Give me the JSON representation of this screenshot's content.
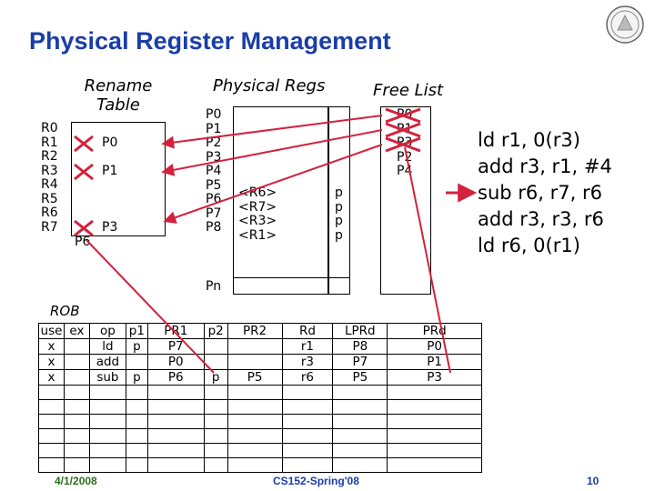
{
  "title": "Physical Register Management",
  "rename_table": {
    "heading_line1": "Rename",
    "heading_line2": "Table",
    "arch_regs": [
      "R0",
      "R1",
      "R2",
      "R3",
      "R4",
      "R5",
      "R6",
      "R7"
    ],
    "mappings": [
      "",
      "P0",
      "",
      "P1",
      "",
      "",
      "P3",
      "P6"
    ]
  },
  "physical_regs": {
    "heading": "Physical Regs",
    "names": [
      "P0",
      "P1",
      "P2",
      "P3",
      "P4",
      "P5",
      "P6",
      "P7",
      "P8"
    ],
    "values": [
      "",
      "",
      "",
      "",
      "",
      "<R6>",
      "<R7>",
      "<R3>",
      "<R1>"
    ],
    "present": [
      "",
      "",
      "",
      "",
      "",
      "p",
      "p",
      "p",
      "p"
    ],
    "last_name": "Pn"
  },
  "free_list": {
    "heading": "Free List",
    "entries": [
      "P0",
      "P1",
      "P3",
      "P2",
      "P4"
    ]
  },
  "instructions": [
    "ld r1, 0(r3)",
    "add r3, r1, #4",
    "sub r6, r7, r6",
    "add r3, r3, r6",
    "ld r6, 0(r1)"
  ],
  "rob": {
    "label": "ROB",
    "headers": [
      "use",
      "ex",
      "op",
      "p1",
      "PR1",
      "p2",
      "PR2",
      "Rd",
      "LPRd",
      "PRd"
    ],
    "rows": [
      [
        "x",
        "",
        "ld",
        "p",
        "P7",
        "",
        "",
        "r1",
        "P8",
        "P0"
      ],
      [
        "x",
        "",
        "add",
        "",
        "P0",
        "",
        "",
        "r3",
        "P7",
        "P1"
      ],
      [
        "x",
        "",
        "sub",
        "p",
        "P6",
        "p",
        "P5",
        "r6",
        "P5",
        "P3"
      ]
    ]
  },
  "footer": {
    "date": "4/1/2008",
    "course": "CS152-Spring'08",
    "page": "10"
  },
  "colors": {
    "title": "#1a3ea8",
    "arrow": "#d4213d",
    "footer_date": "#2a6e1e"
  }
}
